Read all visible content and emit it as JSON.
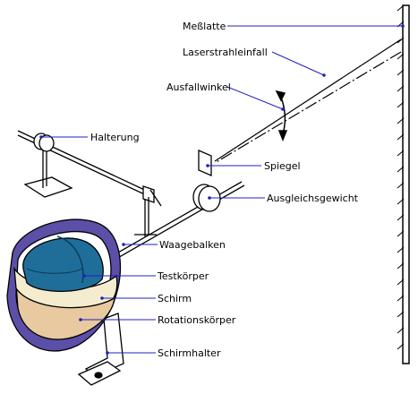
{
  "labels": {
    "messlatte": "Meßlatte",
    "laserstrahleinfall": "Laserstrahleinfall",
    "ausfallwinkel": "Ausfallwinkel",
    "halterung": "Halterung",
    "spiegel": "Spiegel",
    "ausgleichsgewicht": "Ausgleichsgewicht",
    "waagebalken": "Waagebalken",
    "testkoerper": "Testkörper",
    "schirm": "Schirm",
    "rotationskoerper": "Rotationskörper",
    "schirmhalter": "Schirmhalter"
  },
  "colors": {
    "leader_line": "#2020c0",
    "outline": "#000000",
    "test_body": "#1f6e9a",
    "screen": "#f5ecd0",
    "rotation_body": "#e8c9a0",
    "outer_ring": "#5b4fa8"
  }
}
